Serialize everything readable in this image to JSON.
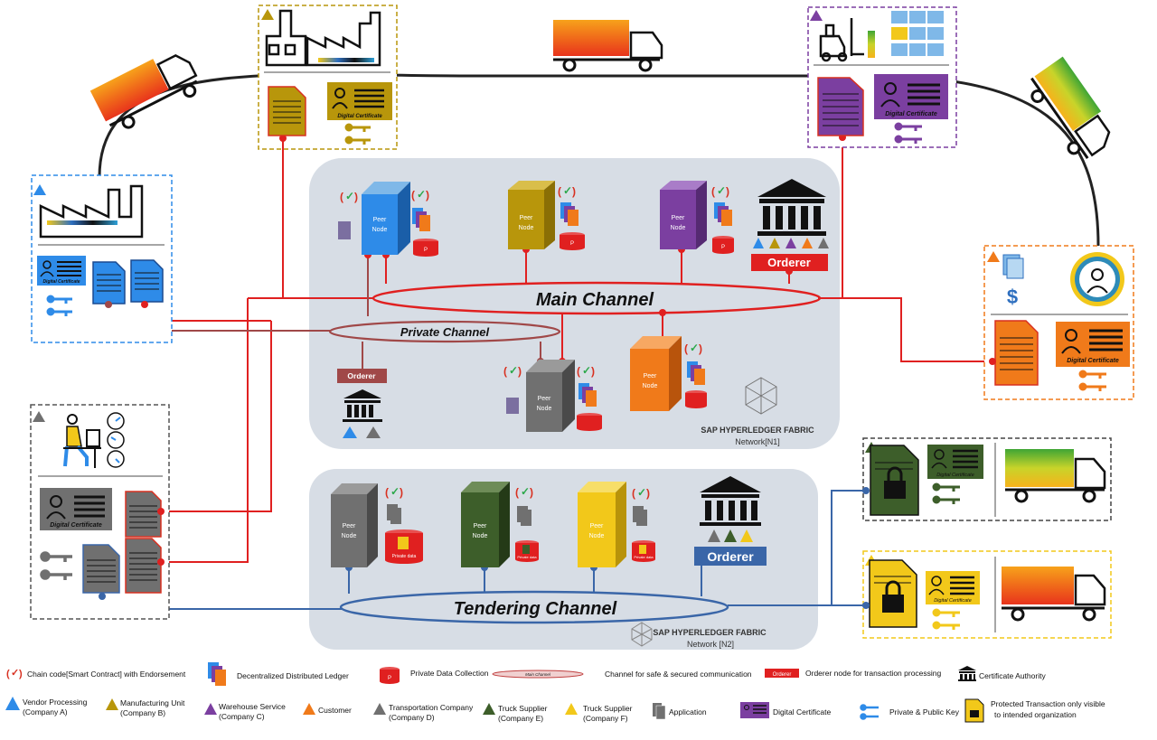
{
  "colors": {
    "vendor": "#2E8BE8",
    "manufacturing": "#B8960B",
    "warehouse": "#7B3FA0",
    "customer": "#F07A1A",
    "transport": "#707070",
    "truck_e": "#3D5E2A",
    "truck_f": "#F2C81A",
    "main_line": "#E02020",
    "tender_line": "#3A66A8",
    "private_line": "#A04848",
    "network_bg": "#D7DDE5"
  },
  "labels": {
    "digital_certificate": "Digital Certificate",
    "peer_node_line1": "Peer",
    "peer_node_line2": "Node",
    "orderer": "Orderer",
    "private_data": "Private data",
    "p": "P"
  },
  "channels": {
    "main": "Main Channel",
    "private": "Private Channel",
    "tendering": "Tendering Channel"
  },
  "networks": {
    "n1_line1": "SAP HYPERLEDGER FABRIC",
    "n1_line2": "Network[N1]",
    "n2_line1": "SAP HYPERLEDGER FABRIC",
    "n2_line2": "Network [N2]"
  },
  "legend": {
    "chaincode": "Chain code[Smart Contract] with Endorsement",
    "ledger": "Decentralized Distributed Ledger",
    "pdc": "Private Data Collection",
    "channel_icon": "Main Channel",
    "channel": "Channel for safe & secured communication",
    "orderer_icon": "Orderer",
    "orderer": "Orderer node for transaction processing",
    "ca": "Certificate Authority",
    "vendor": "Vendor Processing\n(Company A)",
    "manufacturing": "Manufacturing Unit\n(Company B)",
    "warehouse": "Warehouse Service\n(Company C)",
    "customer": "Customer",
    "transport": "Transportation Company\n(Company D)",
    "truck_e": "Truck Supplier\n(Company E)",
    "truck_f": "Truck Supplier\n(Company F)",
    "application": "Application",
    "digital_certificate": "Digital Certificate",
    "keys": "Private & Public Key",
    "protected": "Protected Transaction only visible\n to intended organization"
  }
}
